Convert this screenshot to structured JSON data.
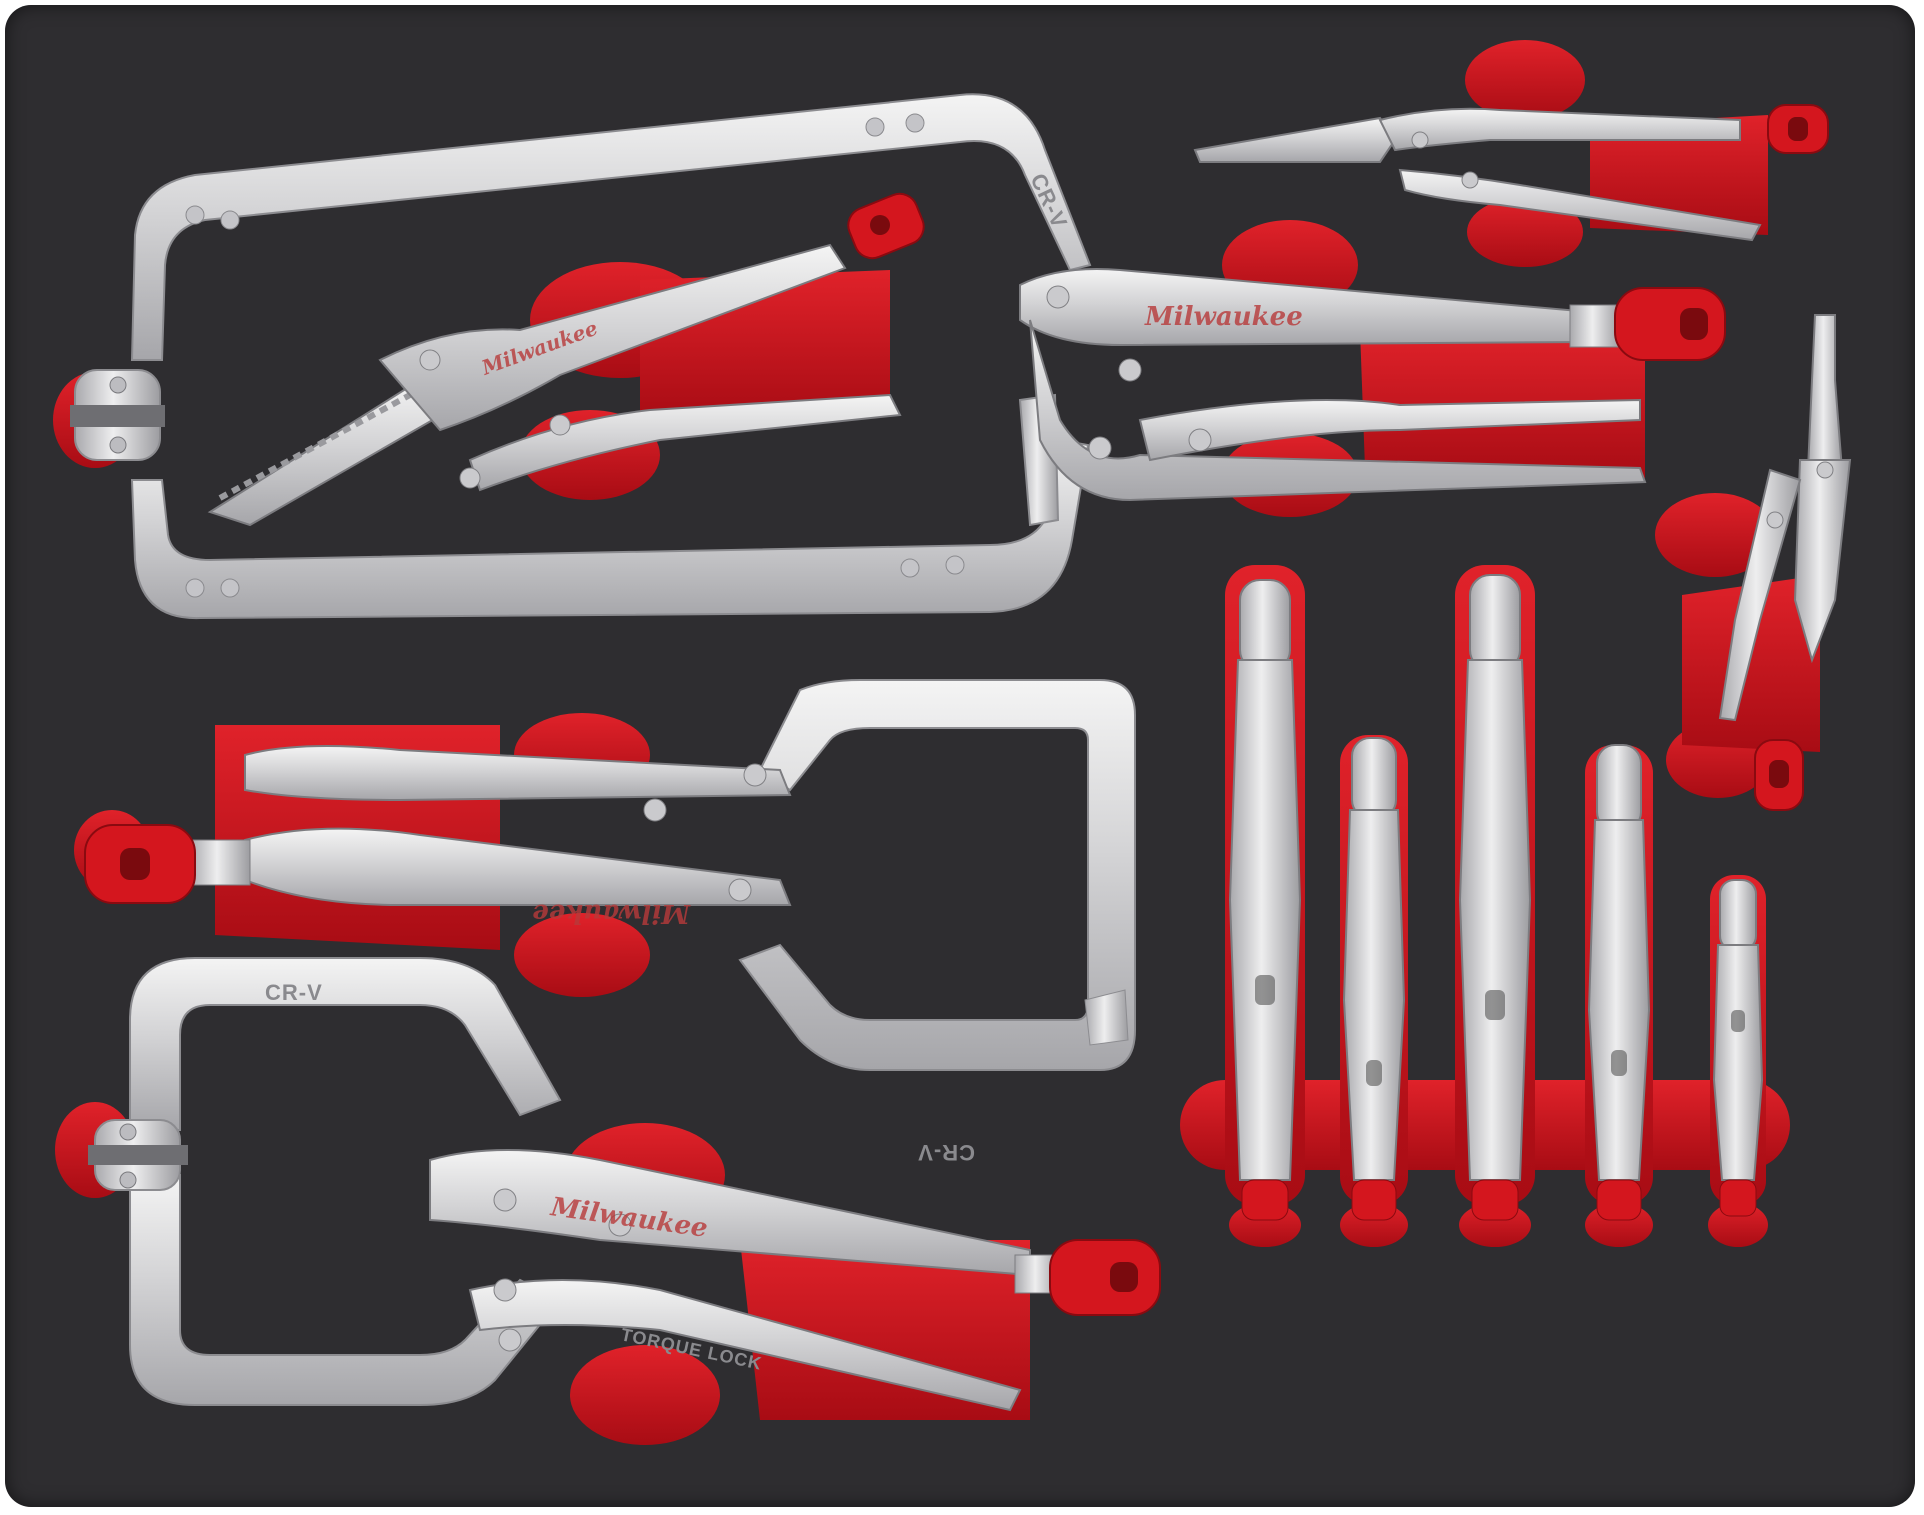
{
  "photo": {
    "subject": "foam tool tray insert with locking pliers and locking C-clamps",
    "colors": {
      "foam_base": "#2e2d30",
      "foam_inlay": "#d8141c",
      "steel": "#dcdcdc",
      "handle_cap": "#d0161e",
      "background": "#ffffff"
    }
  },
  "markings": {
    "crv_large_clamp": "CR-V",
    "crv_small_clamp_top": "CR-V",
    "crv_small_clamp_bottom": "CR-V",
    "torque_lock": "TORQUE LOCK",
    "brand_logo": "Milwaukee"
  }
}
